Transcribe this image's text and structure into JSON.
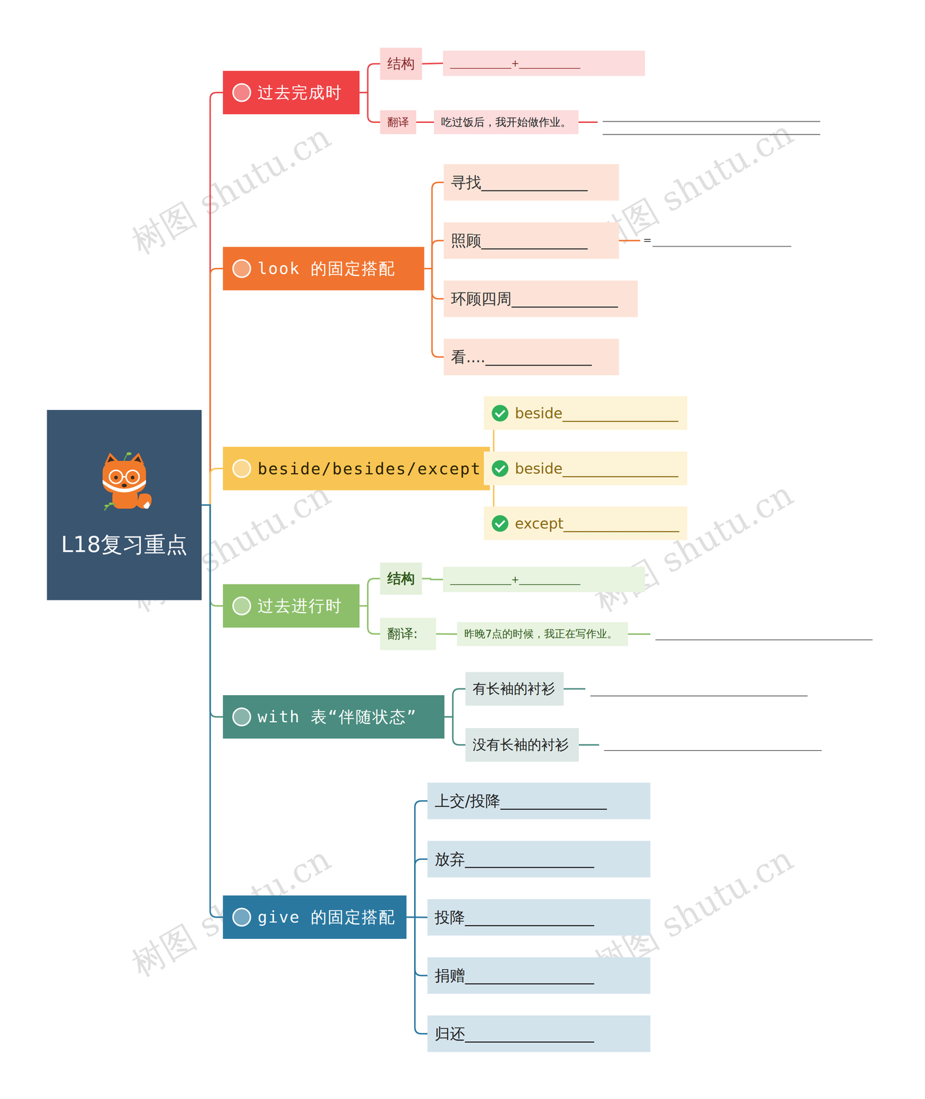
{
  "diagram": {
    "title": "L18复习重点",
    "nodes": [
      {
        "text": [
          "L18复习重点"
        ]
      },
      {
        "text": [
          "过去完成时"
        ]
      },
      {
        "text": [
          "结构"
        ]
      },
      {
        "text": [
          "_____________+_____________"
        ]
      },
      {
        "text": [
          "翻译"
        ]
      },
      {
        "text": [
          "吃过饭后，我开始做作业。"
        ]
      },
      {
        "text": [
          "look 的固定搭配"
        ]
      },
      {
        "text": [
          "寻找______________"
        ]
      },
      {
        "text": [
          "照顾______________"
        ]
      },
      {
        "text": [
          "环顾四周______________"
        ]
      },
      {
        "text": [
          "看....______________"
        ]
      },
      {
        "text": [
          "beside/besides/except"
        ]
      },
      {
        "text": [
          "beside________________"
        ]
      },
      {
        "text": [
          "beside________________"
        ]
      },
      {
        "text": [
          "except________________"
        ]
      },
      {
        "text": [
          "过去进行时"
        ]
      },
      {
        "text": [
          "结构"
        ]
      },
      {
        "text": [
          "_____________+_____________"
        ]
      },
      {
        "text": [
          "翻译:"
        ]
      },
      {
        "text": [
          "昨晚7点的时候，我正在写作业。"
        ]
      },
      {
        "text": [
          "with 表“伴随状态”"
        ]
      },
      {
        "text": [
          "有长袖的衬衫"
        ]
      },
      {
        "text": [
          "没有长袖的衬衫"
        ]
      },
      {
        "text": [
          "give 的固定搭配"
        ]
      },
      {
        "text": [
          "上交/投降______________"
        ]
      },
      {
        "text": [
          "放弃_________________"
        ]
      },
      {
        "text": [
          "投降_________________"
        ]
      },
      {
        "text": [
          "捐赠_________________"
        ]
      },
      {
        "text": [
          "归还_________________"
        ]
      }
    ],
    "edges": [
      {
        "from": 0,
        "to": 1,
        "arrow": "none"
      },
      {
        "from": 0,
        "to": 6,
        "arrow": "none"
      },
      {
        "from": 0,
        "to": 11,
        "arrow": "none"
      },
      {
        "from": 0,
        "to": 15,
        "arrow": "none"
      },
      {
        "from": 0,
        "to": 20,
        "arrow": "none"
      },
      {
        "from": 0,
        "to": 23,
        "arrow": "none"
      },
      {
        "from": 1,
        "to": 2,
        "arrow": "none"
      },
      {
        "from": 1,
        "to": 4,
        "arrow": "none"
      },
      {
        "from": 2,
        "to": 3,
        "arrow": "none"
      },
      {
        "from": 4,
        "to": 5,
        "arrow": "none"
      },
      {
        "from": 6,
        "to": 7,
        "arrow": "none"
      },
      {
        "from": 6,
        "to": 8,
        "arrow": "none"
      },
      {
        "from": 6,
        "to": 9,
        "arrow": "none"
      },
      {
        "from": 6,
        "to": 10,
        "arrow": "none"
      },
      {
        "from": 11,
        "to": 12,
        "arrow": "none"
      },
      {
        "from": 11,
        "to": 13,
        "arrow": "none"
      },
      {
        "from": 11,
        "to": 14,
        "arrow": "none"
      },
      {
        "from": 15,
        "to": 16,
        "arrow": "none"
      },
      {
        "from": 15,
        "to": 18,
        "arrow": "none"
      },
      {
        "from": 16,
        "to": 17,
        "arrow": "none"
      },
      {
        "from": 18,
        "to": 19,
        "arrow": "none"
      },
      {
        "from": 20,
        "to": 21,
        "arrow": "none"
      },
      {
        "from": 20,
        "to": 22,
        "arrow": "none"
      },
      {
        "from": 23,
        "to": 24,
        "arrow": "none"
      },
      {
        "from": 23,
        "to": 25,
        "arrow": "none"
      },
      {
        "from": 23,
        "to": 26,
        "arrow": "none"
      },
      {
        "from": 23,
        "to": 27,
        "arrow": "none"
      },
      {
        "from": 23,
        "to": 28,
        "arrow": "none"
      }
    ],
    "labels": [
      "=",
      "树图 shutu.cn",
      "树图 shutu.cn",
      "树图 shutu.cn",
      "树图 shutu.cn",
      "树图 shutu.cn",
      "树图 shutu.cn"
    ]
  }
}
